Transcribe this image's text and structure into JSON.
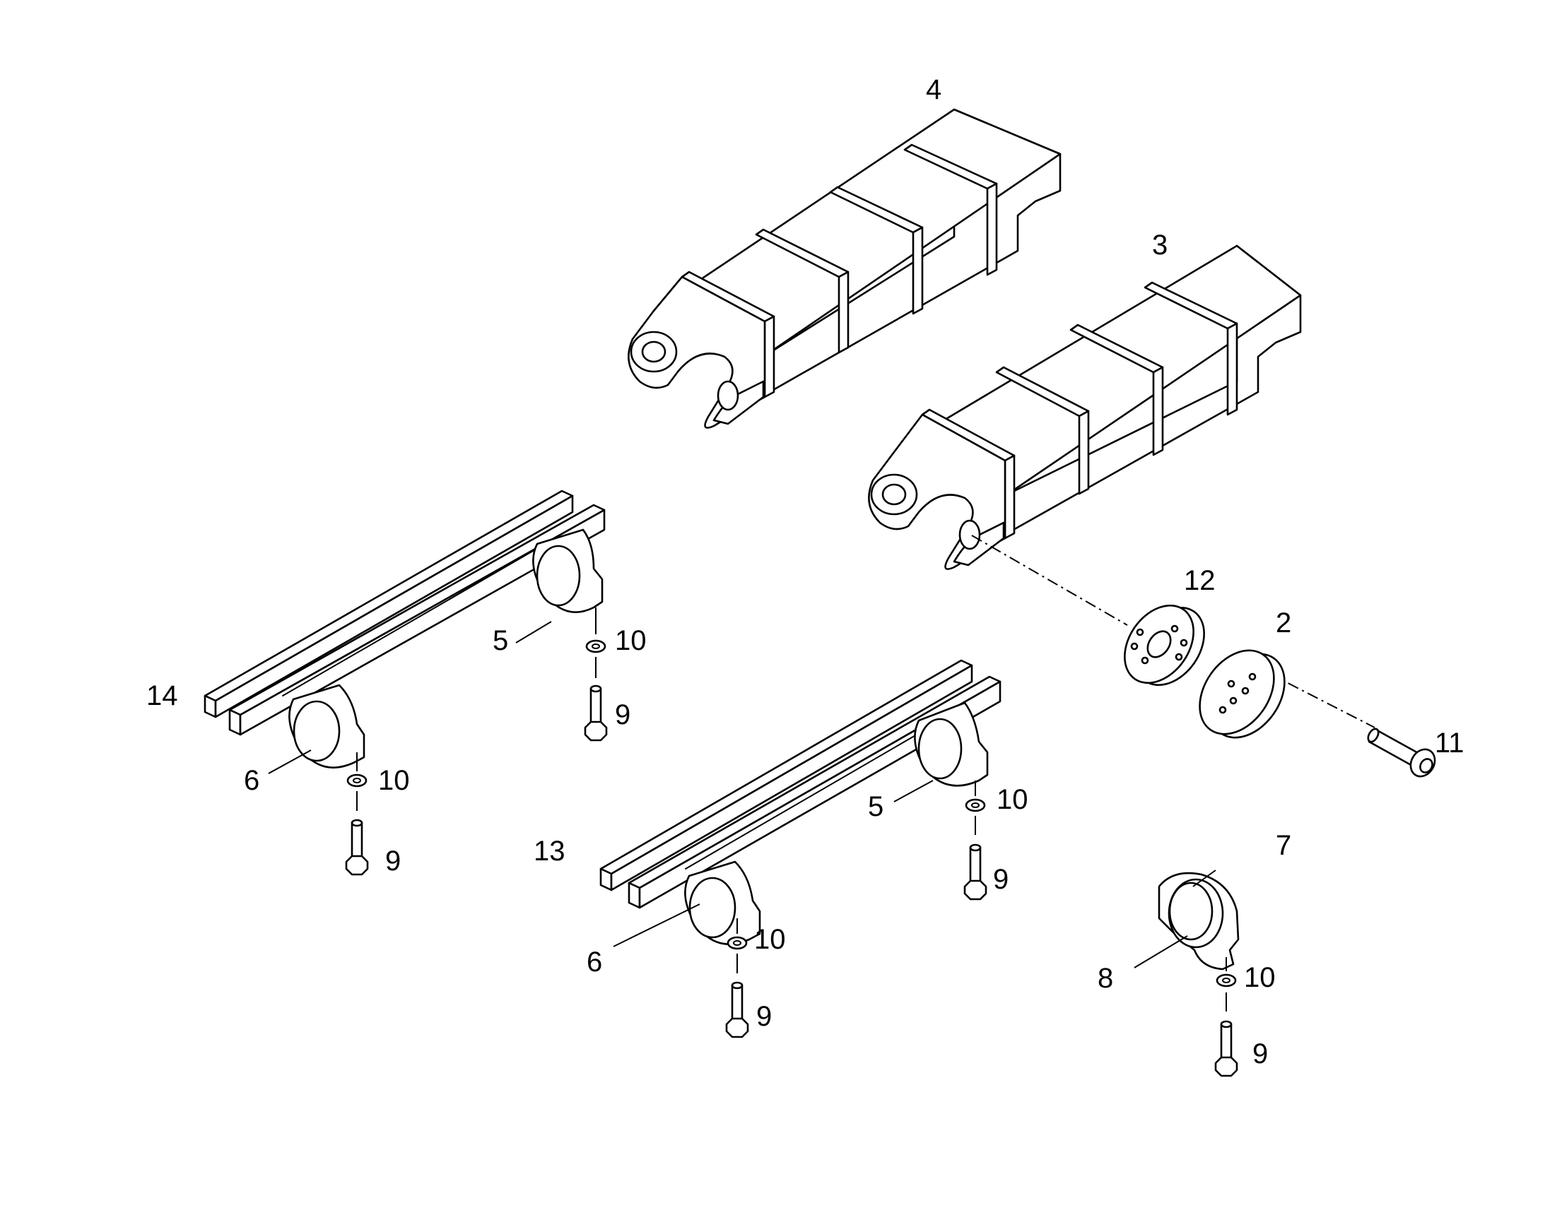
{
  "callouts": {
    "c2": "2",
    "c3": "3",
    "c4": "4",
    "c5a": "5",
    "c5b": "5",
    "c6a": "6",
    "c6b": "6",
    "c7": "7",
    "c8": "8",
    "c9a": "9",
    "c9b": "9",
    "c9c": "9",
    "c9d": "9",
    "c9e": "9",
    "c10a": "10",
    "c10b": "10",
    "c10c": "10",
    "c10d": "10",
    "c10e": "10",
    "c11": "11",
    "c12": "12",
    "c13": "13",
    "c14": "14"
  }
}
